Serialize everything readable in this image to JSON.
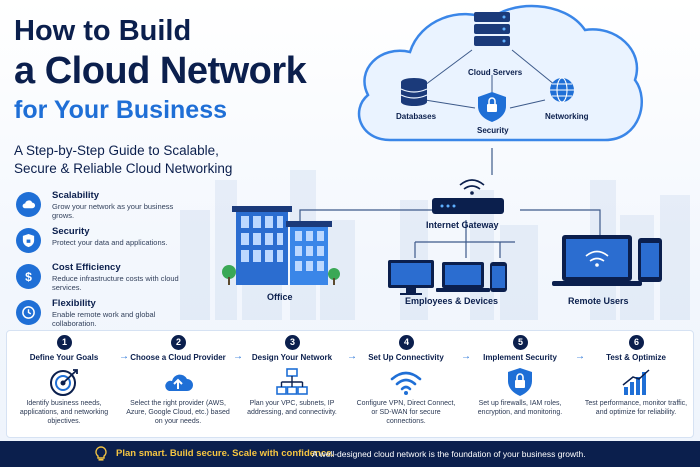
{
  "title": {
    "line1": "How to Build",
    "line2": "a Cloud Network",
    "line3": "for Your Business"
  },
  "subtitle": "A Step-by-Step Guide to Scalable, Secure & Reliable Cloud Networking",
  "benefits": [
    {
      "title": "Scalability",
      "desc": "Grow your network as your business grows.",
      "icon": "cloud-icon"
    },
    {
      "title": "Security",
      "desc": "Protect your data and applications.",
      "icon": "shield-icon"
    },
    {
      "title": "Cost Efficiency",
      "desc": "Reduce infrastructure costs with cloud services.",
      "icon": "dollar-icon"
    },
    {
      "title": "Flexibility",
      "desc": "Enable remote work and global collaboration.",
      "icon": "clock-icon"
    }
  ],
  "cloud": {
    "servers": "Cloud Servers",
    "databases": "Databases",
    "security": "Security",
    "networking": "Networking"
  },
  "network": {
    "gateway": "Internet Gateway",
    "office": "Office",
    "employees": "Employees & Devices",
    "remote": "Remote Users"
  },
  "steps": [
    {
      "num": "1",
      "title": "Define Your Goals",
      "desc": "Identify business needs, applications, and networking objectives.",
      "icon": "target-icon"
    },
    {
      "num": "2",
      "title": "Choose a Cloud Provider",
      "desc": "Select the right provider (AWS, Azure, Google Cloud, etc.) based on your needs.",
      "icon": "cloud-upload-icon"
    },
    {
      "num": "3",
      "title": "Design Your Network",
      "desc": "Plan your VPC, subnets, IP addressing, and connectivity.",
      "icon": "network-diagram-icon"
    },
    {
      "num": "4",
      "title": "Set Up Connectivity",
      "desc": "Configure VPN, Direct Connect, or SD-WAN for secure connections.",
      "icon": "wifi-icon"
    },
    {
      "num": "5",
      "title": "Implement Security",
      "desc": "Set up firewalls, IAM roles, encryption, and monitoring.",
      "icon": "shield-lock-icon"
    },
    {
      "num": "6",
      "title": "Test & Optimize",
      "desc": "Test performance, monitor traffic, and optimize for reliability.",
      "icon": "bar-chart-icon"
    }
  ],
  "footer": {
    "tagline": "Plan smart. Build secure. Scale with confidence.",
    "message": "A well-designed cloud network is the foundation of your business growth."
  },
  "colors": {
    "navy": "#0b1f4d",
    "blue": "#1f6fd6",
    "accent": "#f5c542"
  }
}
